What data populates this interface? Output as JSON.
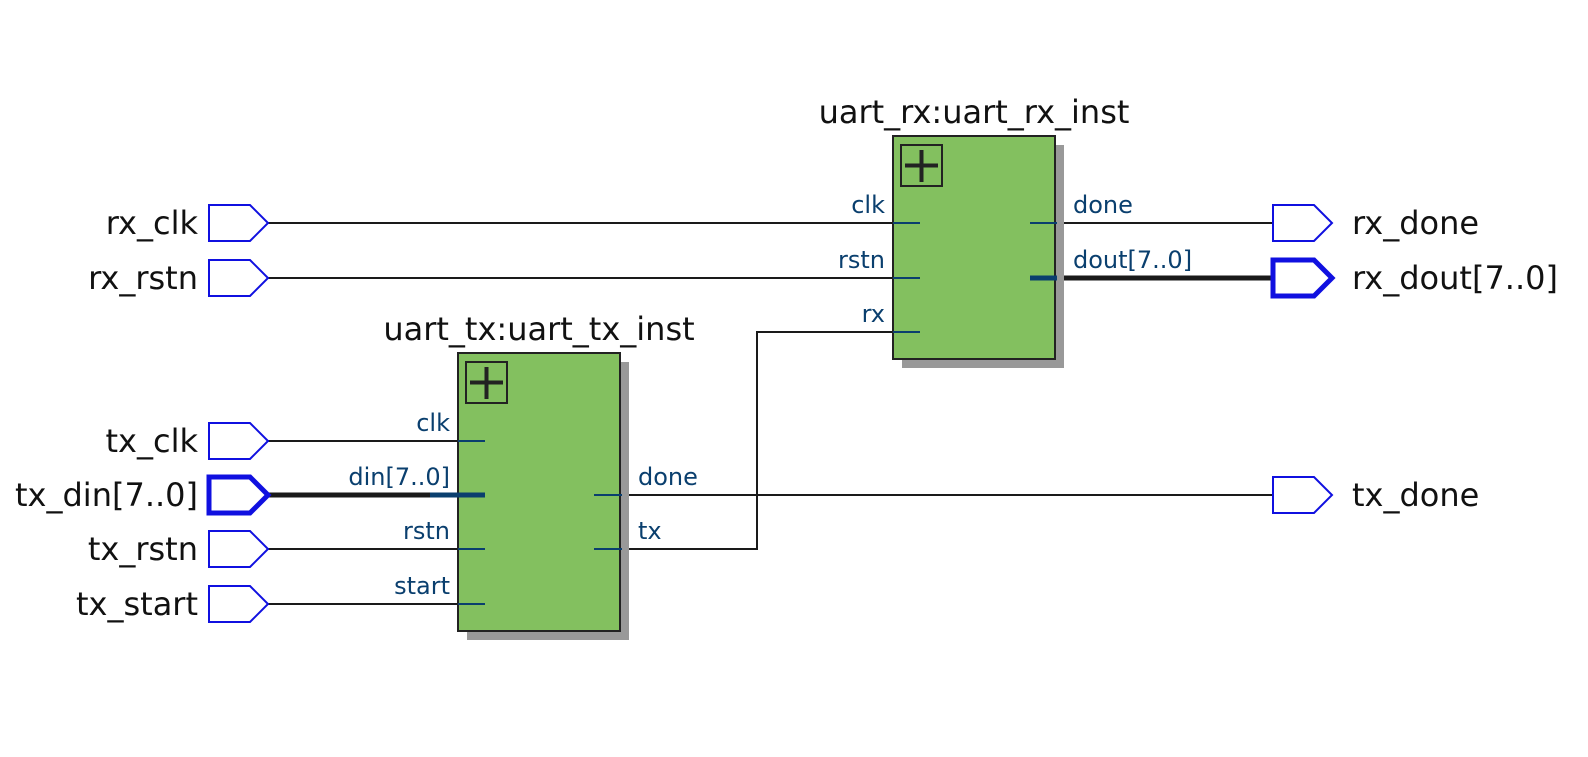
{
  "inputs": [
    {
      "label": "rx_clk",
      "bus": false
    },
    {
      "label": "rx_rstn",
      "bus": false
    },
    {
      "label": "tx_clk",
      "bus": false
    },
    {
      "label": "tx_din[7..0]",
      "bus": true
    },
    {
      "label": "tx_rstn",
      "bus": false
    },
    {
      "label": "tx_start",
      "bus": false
    }
  ],
  "outputs": [
    {
      "label": "rx_done",
      "bus": false
    },
    {
      "label": "rx_dout[7..0]",
      "bus": true
    },
    {
      "label": "tx_done",
      "bus": false
    }
  ],
  "blocks": {
    "rx": {
      "title": "uart_rx:uart_rx_inst",
      "in_ports": [
        "clk",
        "rstn",
        "rx"
      ],
      "out_ports": [
        "done",
        "dout[7..0]"
      ]
    },
    "tx": {
      "title": "uart_tx:uart_tx_inst",
      "in_ports": [
        "clk",
        "din[7..0]",
        "rstn",
        "start"
      ],
      "out_ports": [
        "done",
        "tx"
      ]
    }
  },
  "colors": {
    "block_fill": "#83c05f",
    "pin_stroke": "#1010e0",
    "port_text": "#0a3f6e",
    "wire": "#1a1a1a"
  }
}
